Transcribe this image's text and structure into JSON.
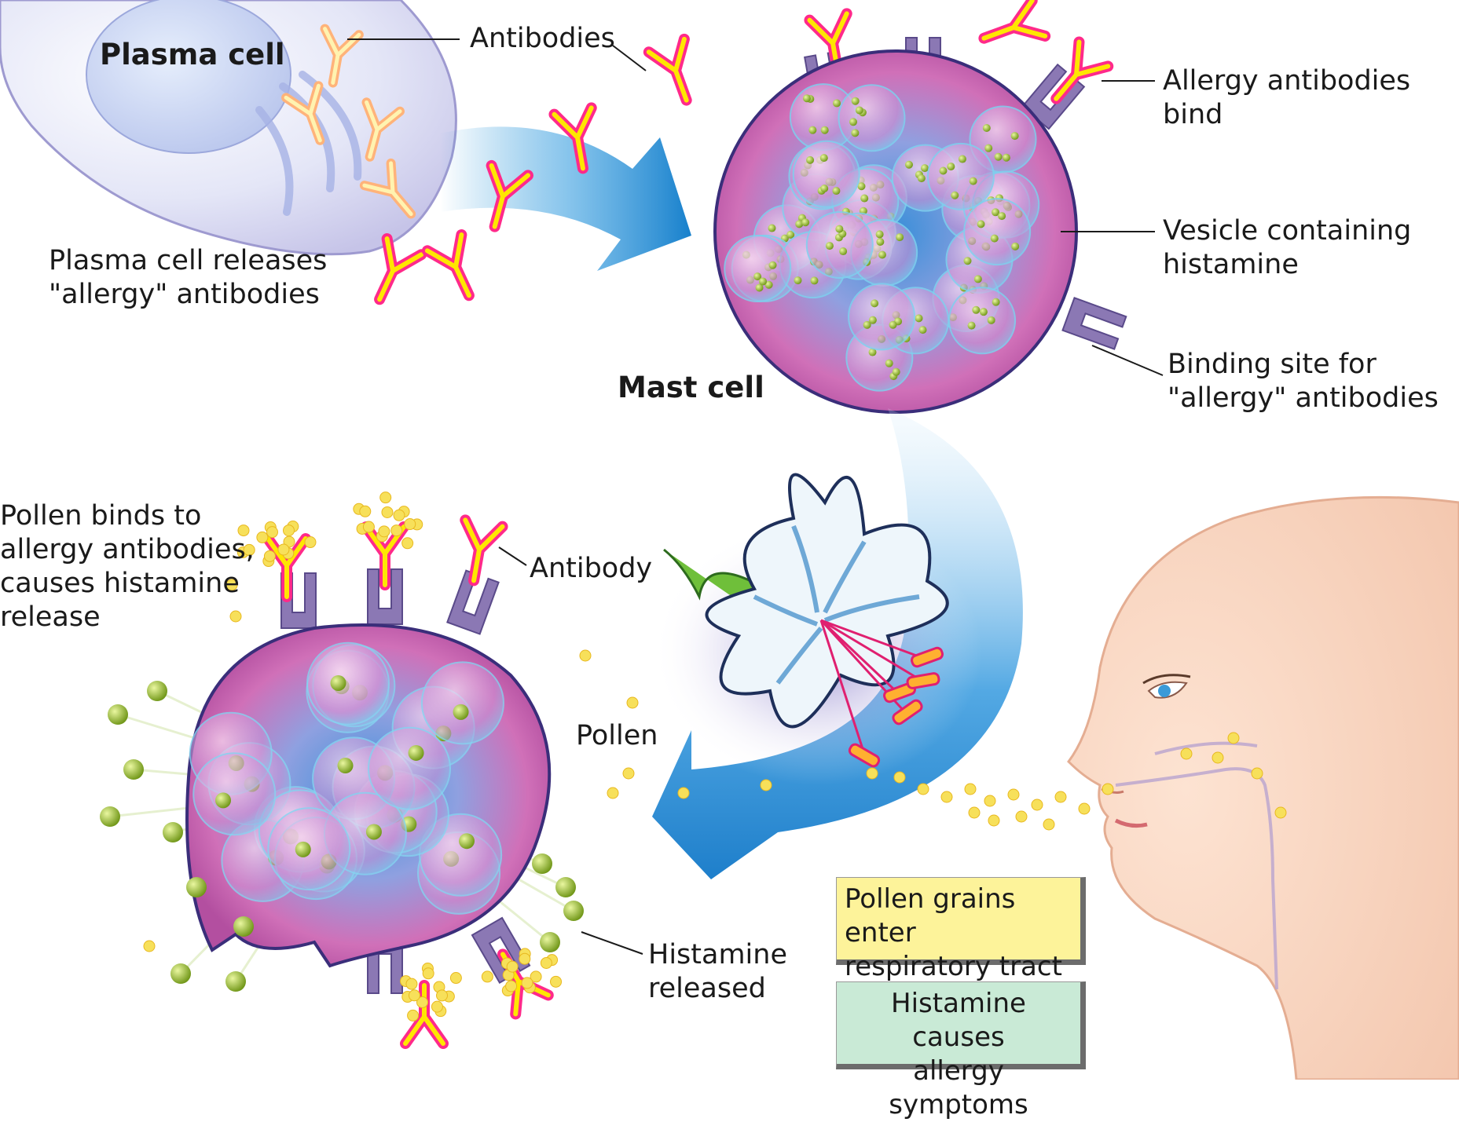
{
  "labels": {
    "plasma_cell": "Plasma cell",
    "antibodies": "Antibodies",
    "plasma_release": "Plasma cell releases\n\"allergy\" antibodies",
    "mast_cell": "Mast cell",
    "allergy_bind": "Allergy antibodies bind",
    "vesicle": "Vesicle containing\nhistamine",
    "binding_site": "Binding site for\n\"allergy\" antibodies",
    "pollen_binds": "Pollen binds to\nallergy antibodies,\ncauses histamine\nrelease",
    "antibody": "Antibody",
    "pollen": "Pollen",
    "histamine_released": "Histamine\nreleased"
  },
  "boxes": {
    "pollen_enter": "Pollen grains enter\nrespiratory tract",
    "histamine_causes": "Histamine causes\nallergy symptoms"
  },
  "colors": {
    "box_yellow": "#fdf39a",
    "box_green": "#c9ead6",
    "antibody": "#ff2a8a",
    "antibody_core": "#ffe600",
    "arrow": "#1d8fd6",
    "cell": "#c56fb0",
    "receptor": "#8b78b4",
    "histamine": "#9fbf1f"
  }
}
